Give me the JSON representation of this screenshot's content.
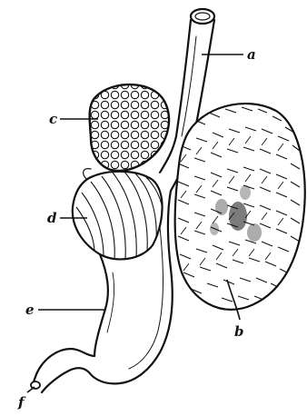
{
  "figure": {
    "ink_color": "#111111",
    "background": "#ffffff",
    "labels": {
      "a": "a",
      "b": "b",
      "c": "c",
      "d": "d",
      "e": "e",
      "f": "f"
    }
  }
}
